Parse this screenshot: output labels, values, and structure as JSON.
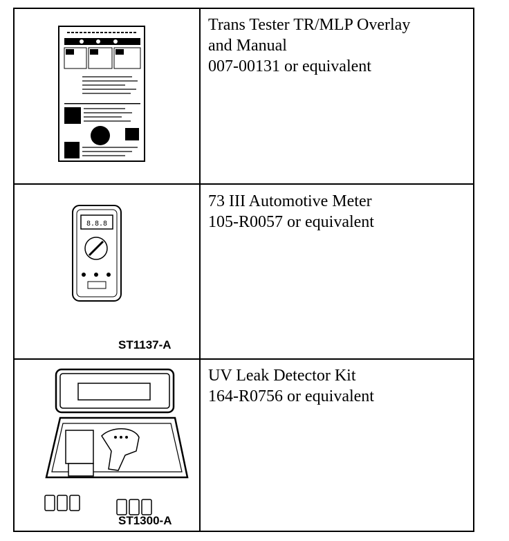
{
  "rows": [
    {
      "lines": [
        "Trans Tester TR/MLP Overlay",
        "and Manual",
        "007-00131 or equivalent"
      ],
      "figure_label": "",
      "icon": "overlay-sheet-icon"
    },
    {
      "lines": [
        "73 III Automotive Meter",
        "105-R0057 or equivalent"
      ],
      "figure_label": "ST1137-A",
      "icon": "multimeter-icon"
    },
    {
      "lines": [
        "UV Leak Detector Kit",
        "164-R0756 or equivalent"
      ],
      "figure_label": "ST1300-A",
      "icon": "leak-detector-kit-icon"
    }
  ]
}
